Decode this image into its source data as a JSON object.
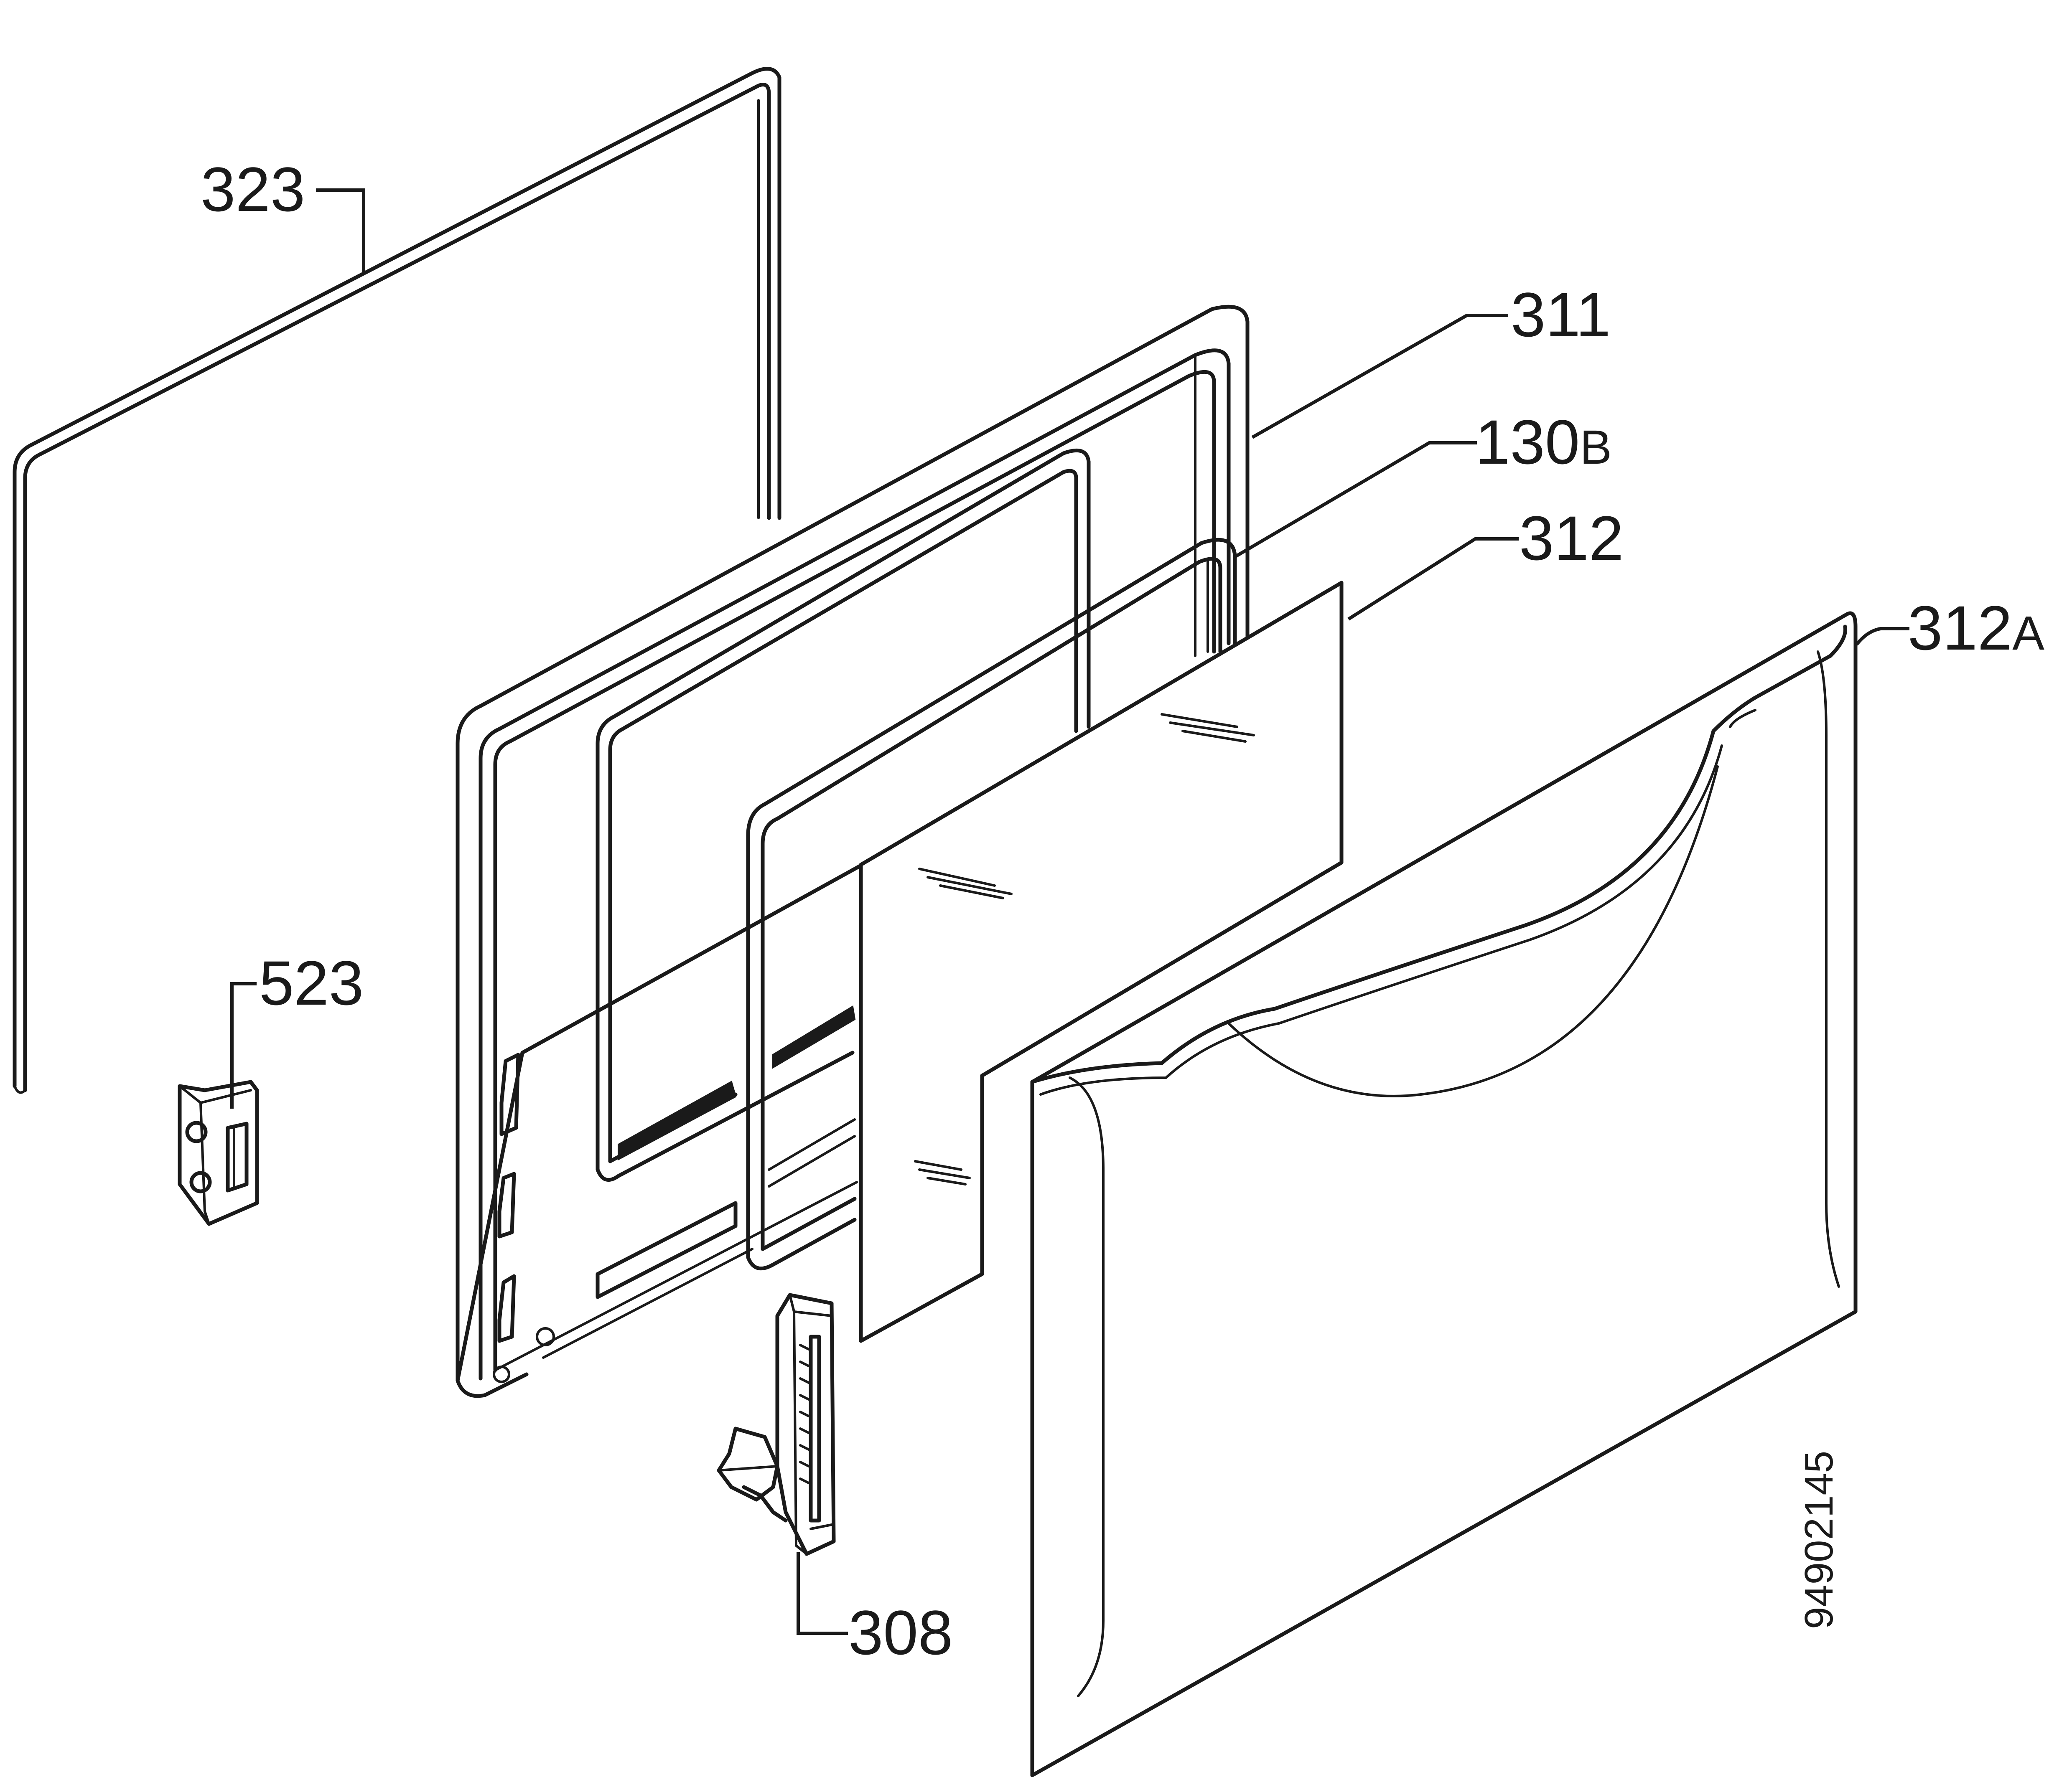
{
  "diagram": {
    "callouts": {
      "p323": {
        "number": "323",
        "suffix": ""
      },
      "p311": {
        "number": "311",
        "suffix": ""
      },
      "p130b": {
        "number": "130",
        "suffix": "B"
      },
      "p312": {
        "number": "312",
        "suffix": ""
      },
      "p312a": {
        "number": "312",
        "suffix": "A"
      },
      "p523": {
        "number": "523",
        "suffix": ""
      },
      "p308": {
        "number": "308",
        "suffix": ""
      }
    },
    "document_number": "94902145",
    "line_color": "#1a1a1a",
    "background_color": "#ffffff"
  }
}
